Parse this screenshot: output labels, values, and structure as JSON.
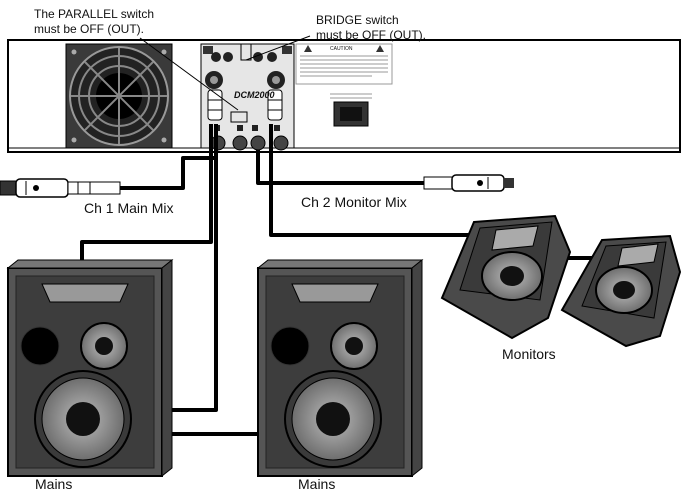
{
  "notes": {
    "parallel": [
      "The PARALLEL switch",
      "must be OFF (OUT)."
    ],
    "bridge": [
      "BRIDGE switch",
      "must be OFF (OUT)."
    ]
  },
  "amp": {
    "model": "DCM2000",
    "caution_title": "CAUTION"
  },
  "labels": {
    "ch1": "Ch 1 Main Mix",
    "ch2": "Ch 2 Monitor Mix",
    "monitors": "Monitors",
    "mains_left": "Mains",
    "mains_right": "Mains"
  },
  "colors": {
    "cable": "#000000",
    "speaker_body": "#555555",
    "speaker_front": "#3d3d3d",
    "amp_panel": "#e6e6e6"
  }
}
